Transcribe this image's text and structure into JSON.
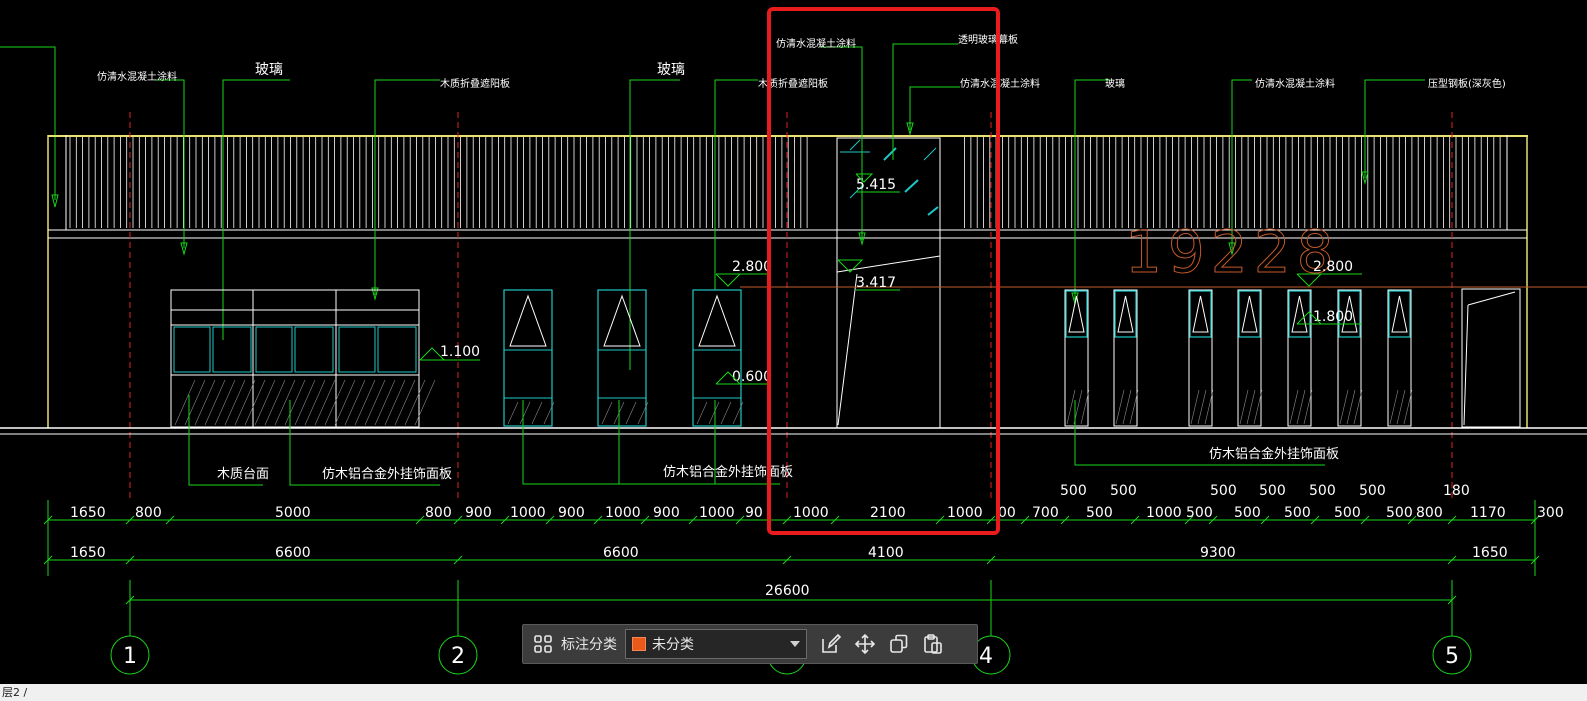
{
  "drawing": {
    "overall_dimension": "26600",
    "axis_labels": [
      "1",
      "2",
      "4",
      "5"
    ],
    "dim_row_1": [
      "1650",
      "800",
      "5000",
      "800",
      "900",
      "1000",
      "900",
      "1000",
      "900",
      "1000",
      "90",
      "1000",
      "2100",
      "1000",
      "00",
      "700",
      "500",
      "1000",
      "500",
      "500",
      "500",
      "500",
      "500",
      "800",
      "1170",
      "300"
    ],
    "dim_row_top": [
      "500",
      "500",
      "500",
      "500",
      "500",
      "500",
      "180"
    ],
    "dim_row_2": [
      "1650",
      "6600",
      "6600",
      "4100",
      "9300",
      "1650"
    ],
    "levels": [
      "5.415",
      "3.417",
      "2.800",
      "2.800",
      "1.100",
      "0.600",
      "1.800"
    ],
    "watermark": "19228",
    "callouts": {
      "c1": "仿清水混凝土涂料",
      "c2": "玻璃",
      "c3": "木质折叠遮阳板",
      "c4": "玻璃",
      "c5": "木质折叠遮阳板",
      "c6": "仿清水混凝土涂料",
      "c7": "透明玻璃幕板",
      "c8": "仿清水混凝土涂料",
      "c9": "玻璃",
      "c10": "仿清水混凝土涂料",
      "c11": "压型钢板(深灰色)",
      "c12": "木质台面",
      "c13": "仿木铝合金外挂饰面板",
      "c14": "仿木铝合金外挂饰面板",
      "c15": "仿木铝合金外挂饰面板"
    }
  },
  "toolbar": {
    "label": "标注分类",
    "selected_category": "未分类",
    "swatch_color": "#e8591a"
  },
  "statusbar": {
    "text": "层2 /"
  },
  "colors": {
    "green": "#19d619",
    "white": "#ffffff",
    "cyan": "#1ec8c8",
    "red_dash": "#e02020",
    "yellow": "#e8e070",
    "highlight": "#e81c1c",
    "orange": "#c25a2a"
  }
}
